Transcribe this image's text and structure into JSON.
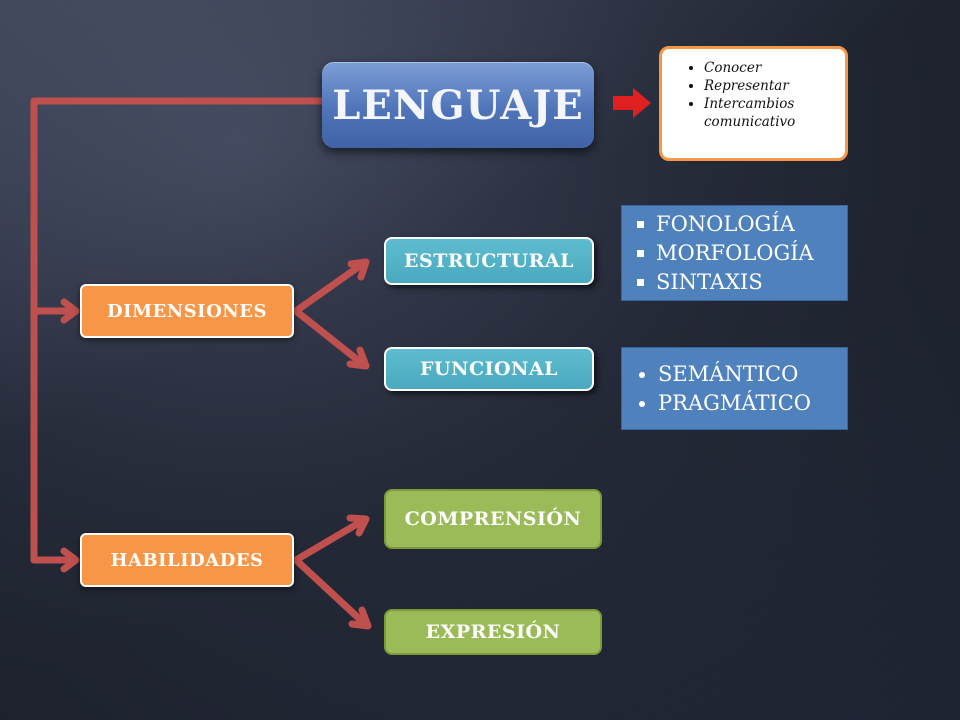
{
  "nodes": {
    "lenguaje": "LENGUAJE",
    "dimensiones": "DIMENSIONES",
    "habilidades": "HABILIDADES",
    "estructural": "ESTRUCTURAL",
    "funcional": "FUNCIONAL",
    "comprension": "COMPRENSIÓN",
    "expresion": "EXPRESIÓN"
  },
  "callout": {
    "items": [
      "Conocer",
      "Representar",
      "Intercambios comunicativo"
    ]
  },
  "estructural_list": {
    "items": [
      "FONOLOGÍA",
      "MORFOLOGÍA",
      "SINTAXIS"
    ]
  },
  "funcional_list": {
    "items": [
      "SEMÁNTICO",
      "PRAGMÁTICO"
    ]
  },
  "colors": {
    "connector": "#c0504d",
    "arrow": "#e02020",
    "orange": "#f79646",
    "teal": "#4bacc6",
    "green": "#9bbb59",
    "blue": "#4f81bd"
  }
}
